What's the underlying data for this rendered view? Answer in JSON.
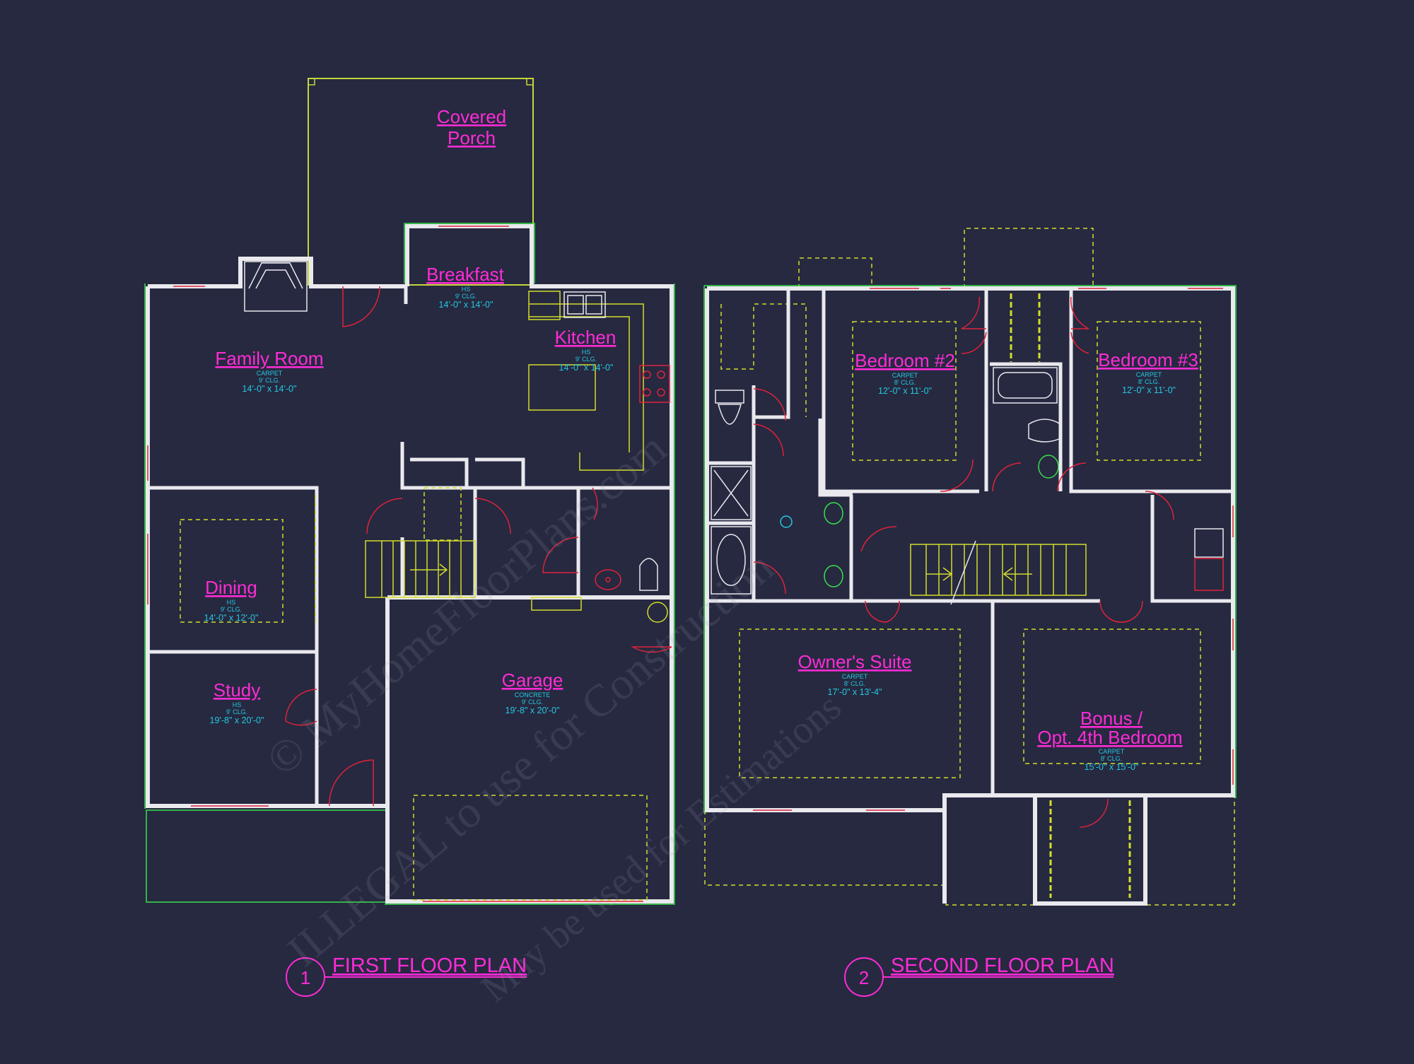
{
  "colors": {
    "background": "#262940",
    "wall": "#e9e9ee",
    "outline": "#39e04a",
    "door": "#e0223a",
    "dashed": "#d4dc2a",
    "label": "#ff2bd6",
    "spec": "#24c8e0"
  },
  "first_floor": {
    "number": "1",
    "title": "FIRST FLOOR PLAN",
    "rooms": {
      "covered_porch": {
        "line1": "Covered",
        "line2": "Porch"
      },
      "breakfast": {
        "name": "Breakfast",
        "floor": "HS",
        "ceiling": "9' CLG.",
        "size": "14'-0\" x 14'-0\""
      },
      "kitchen": {
        "name": "Kitchen",
        "floor": "HS",
        "ceiling": "9' CLG.",
        "size": "14'-0\" x 14'-0\""
      },
      "family_room": {
        "name": "Family Room",
        "floor": "CARPET",
        "ceiling": "9' CLG.",
        "size": "14'-0\" x 14'-0\""
      },
      "dining": {
        "name": "Dining",
        "floor": "HS",
        "ceiling": "9' CLG.",
        "size": "14'-0\" x 12'-0\""
      },
      "study": {
        "name": "Study",
        "floor": "HS",
        "ceiling": "9' CLG.",
        "size": "19'-8\" x 20'-0\""
      },
      "garage": {
        "name": "Garage",
        "floor": "CONCRETE",
        "ceiling": "9' CLG.",
        "size": "19'-8\" x 20'-0\""
      }
    }
  },
  "second_floor": {
    "number": "2",
    "title": "SECOND FLOOR PLAN",
    "rooms": {
      "bedroom2": {
        "name": "Bedroom #2",
        "floor": "CARPET",
        "ceiling": "8' CLG.",
        "size": "12'-0\" x 11'-0\""
      },
      "bedroom3": {
        "name": "Bedroom #3",
        "floor": "CARPET",
        "ceiling": "8' CLG.",
        "size": "12'-0\" x 11'-0\""
      },
      "owners_suite": {
        "name": "Owner's Suite",
        "floor": "CARPET",
        "ceiling": "8' CLG.",
        "size": "17'-0\" x 13'-4\""
      },
      "bonus": {
        "line1": "Bonus /",
        "line2": "Opt. 4th Bedroom",
        "floor": "CARPET",
        "ceiling": "8' CLG.",
        "size": "15'-0\" x 15'-0\""
      }
    }
  },
  "watermark": {
    "line1": "© MyHomeFloorPlans.com",
    "line2": "ILLEGAL to use for Construction",
    "line3": "May be used for Estimations"
  }
}
